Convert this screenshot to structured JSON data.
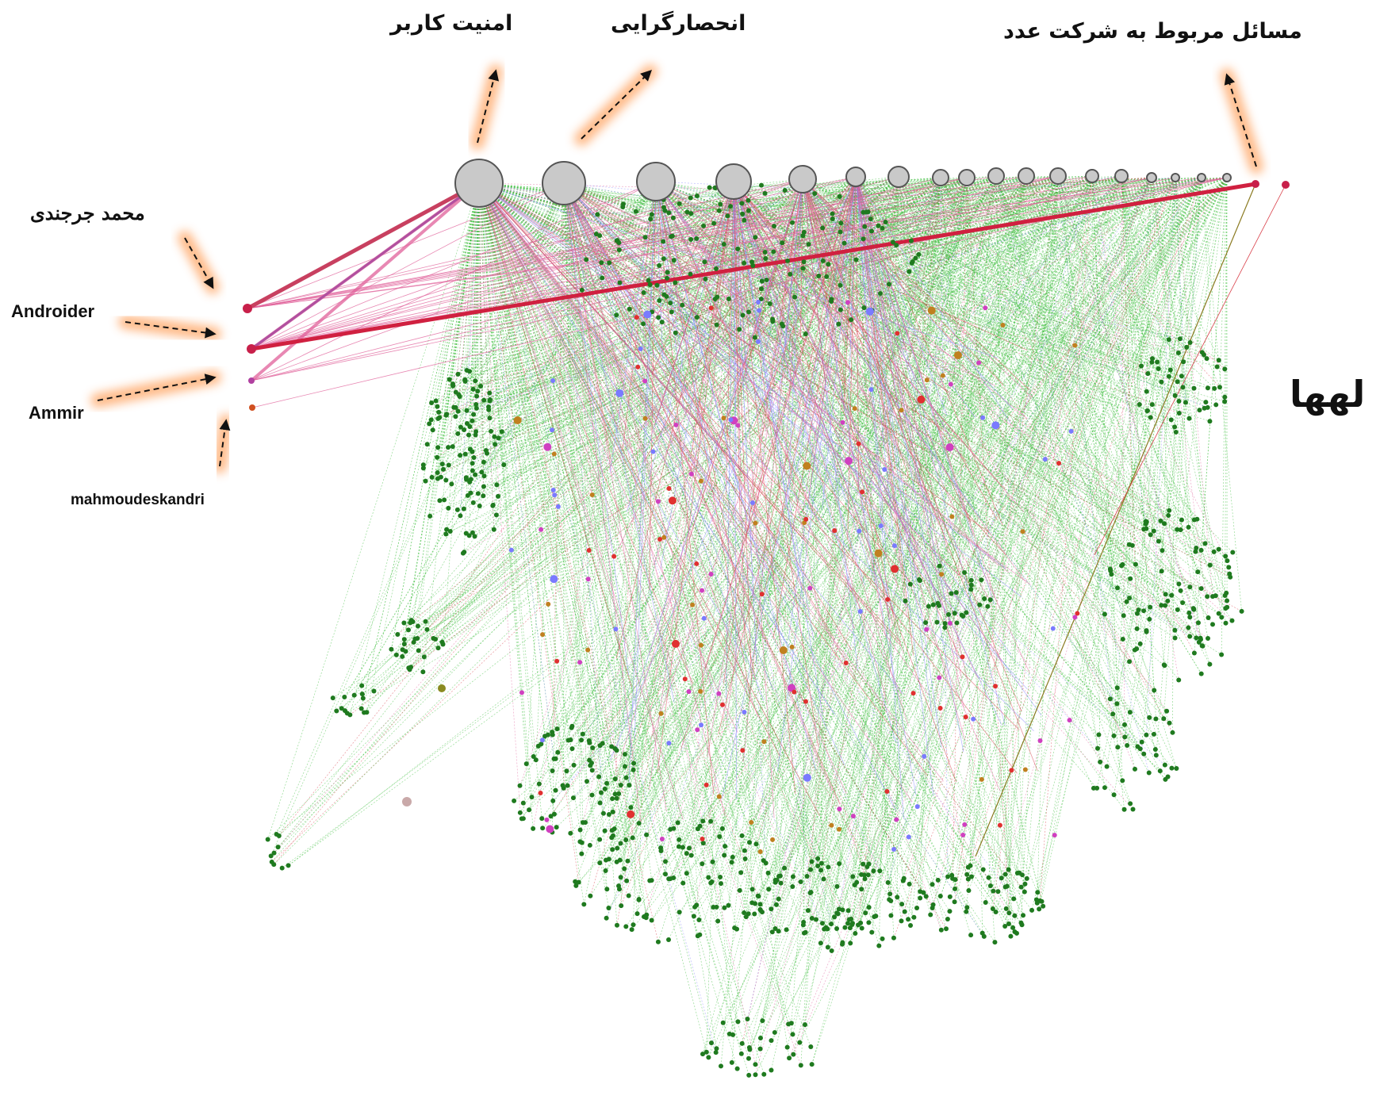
{
  "topics": {
    "user_security": "امنیت کاربر",
    "monopoly": "انحصارگرایی",
    "adad_company": "مسائل مربوط به شرکت عدد"
  },
  "users": {
    "jorjandi": "محمد جرجندی",
    "androider": "Androider",
    "ammir": "Ammir",
    "eskandri": "mahmoudeskandri"
  },
  "side_text": "لهها",
  "colors": {
    "topic_node": "#c9c9c9",
    "user_node": "#c8204a",
    "green_edge": "#3fbf3f",
    "green_leaf": "#1f7a1f",
    "pink_edge": "#e0609a",
    "red_edge": "#d9404a",
    "blue_edge": "#8a8aff",
    "orange_glow": "#ffb27a"
  }
}
